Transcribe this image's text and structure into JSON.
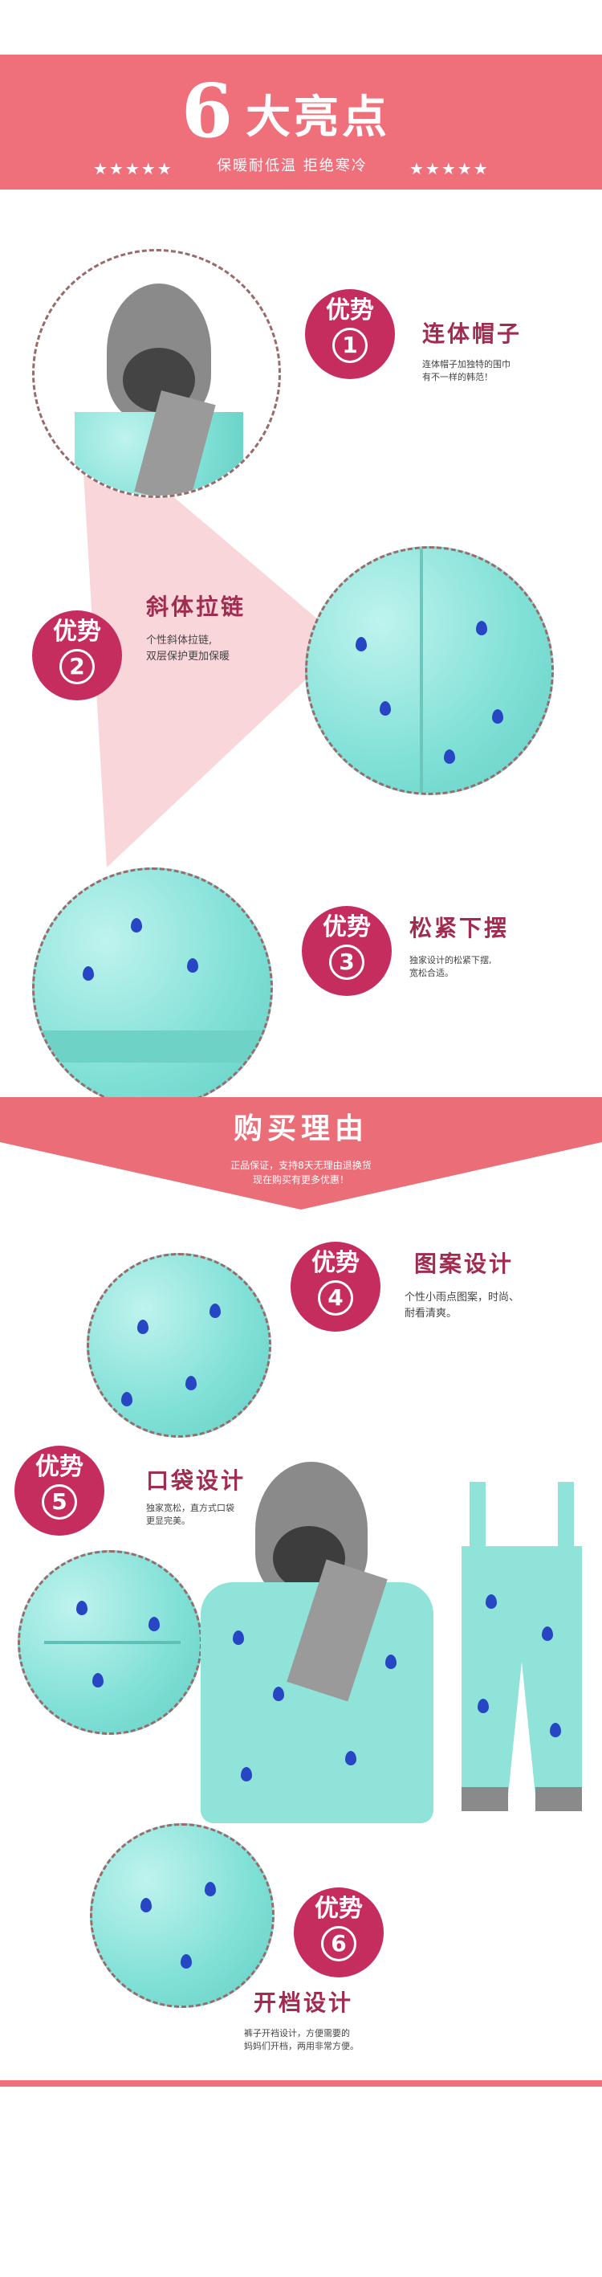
{
  "header": {
    "number": "6",
    "title": "大亮点",
    "stars_left": "★★★★★",
    "stars_right": "★★★★★",
    "subtitle": "保暖耐低温  拒绝寒冷"
  },
  "features": [
    {
      "badge_label": "优势",
      "badge_num": "1",
      "title": "连体帽子",
      "desc": "连体帽子加独特的围巾\n有不一样的韩范！"
    },
    {
      "badge_label": "优势",
      "badge_num": "2",
      "title": "斜体拉链",
      "desc": "个性斜体拉链,\n双层保护更加保暖"
    },
    {
      "badge_label": "优势",
      "badge_num": "3",
      "title": "松紧下摆",
      "desc": "独家设计的松紧下摆,\n宽松合适。"
    },
    {
      "badge_label": "优势",
      "badge_num": "4",
      "title": "图案设计",
      "desc": "个性小雨点图案，时尚、\n耐看清爽。"
    },
    {
      "badge_label": "优势",
      "badge_num": "5",
      "title": "口袋设计",
      "desc": "独家宽松，直方式口袋\n更显完美。"
    },
    {
      "badge_label": "优势",
      "badge_num": "6",
      "title": "开档设计",
      "desc": "裤子开裆设计，方便需要的\n妈妈们开档，两用非常方便。"
    }
  ],
  "purchase": {
    "title": "购买理由",
    "desc": "正品保证，支持8天无理由退换货\n现在购买有更多优惠！"
  },
  "colors": {
    "accent": "#ef6f7b",
    "badge": "#c52d5e",
    "fabric": "#8fe3d8",
    "drop": "#2746c4"
  }
}
